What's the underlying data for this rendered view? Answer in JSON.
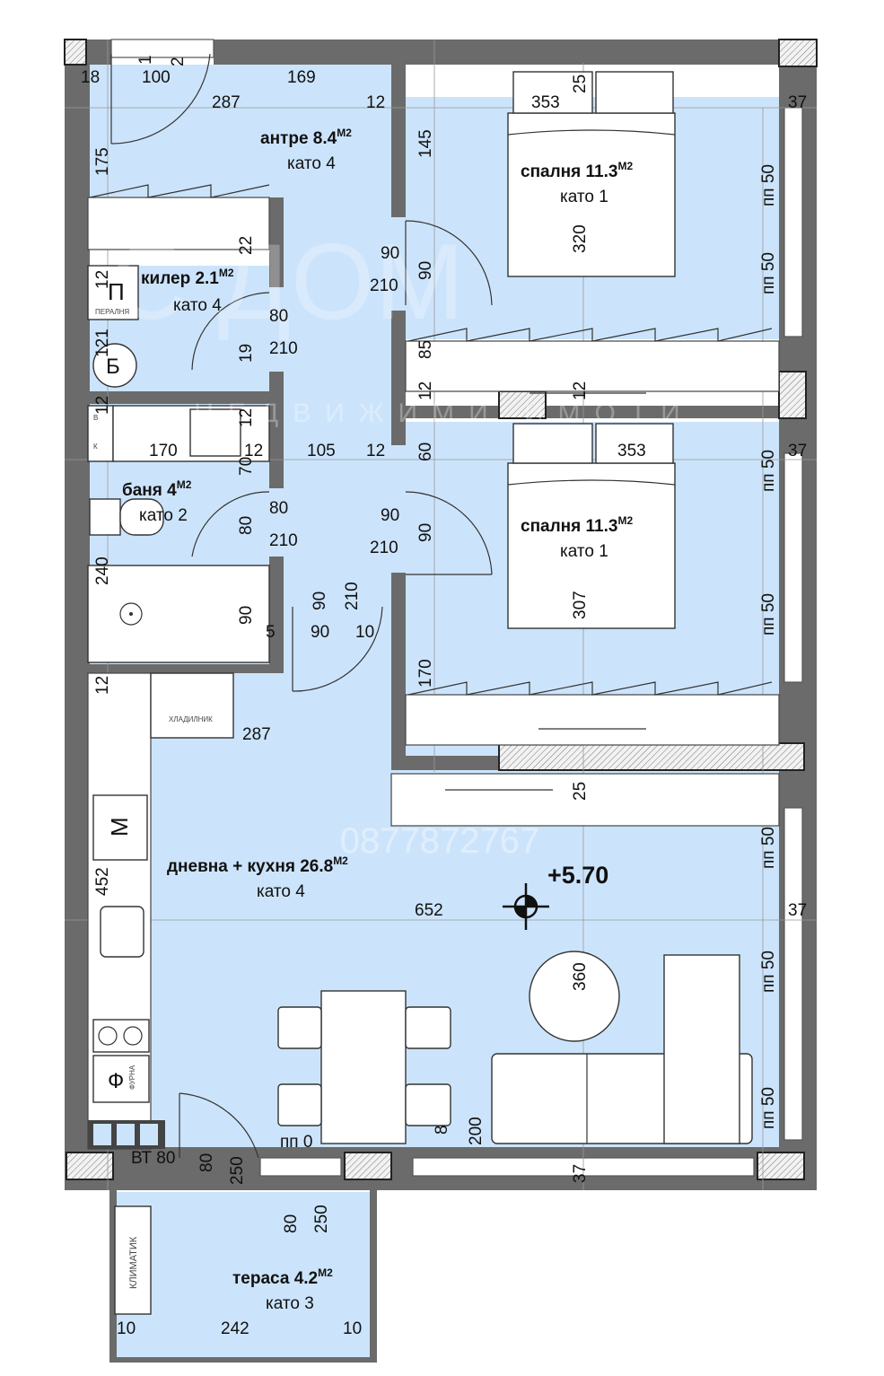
{
  "rooms": {
    "entrance": {
      "name": "антре 8.4",
      "unit": "M2",
      "finish": "като 4"
    },
    "closet": {
      "name": "килер 2.1",
      "unit": "M2",
      "finish": "като 4"
    },
    "bedroom1": {
      "name": "спалня 11.3",
      "unit": "M2",
      "finish": "като 1"
    },
    "bedroom2": {
      "name": "спалня 11.3",
      "unit": "M2",
      "finish": "като 1"
    },
    "bathroom": {
      "name": "баня 4",
      "unit": "M2",
      "finish": "като 2"
    },
    "living": {
      "name": "дневна + кухня 26.8",
      "unit": "M2",
      "finish": "като 4"
    },
    "terrace": {
      "name": "тераса 4.2",
      "unit": "M2",
      "finish": "като 3"
    }
  },
  "level": "+5.70",
  "watermark": {
    "phone": "0877872767",
    "logo": "С ДОМ",
    "tagline": "НЕДВИЖИМИ ИМОТИ"
  },
  "labels": {
    "washer": "ПЕРАЛНЯ",
    "boiler": "Б",
    "washer_symbol": "П",
    "fridge": "ХЛАДИЛНИК",
    "microwave": "М",
    "oven": "Ф",
    "oven_small": "ФУРНА",
    "ac": "КЛИМАТИК",
    "meter_v": "В",
    "meter_k": "К",
    "balcony_door": "ВТ 80",
    "pp0": "пп 0"
  },
  "dims": {
    "d18": "18",
    "d100": "100",
    "d169": "169",
    "d1": "1",
    "d2": "2",
    "d287a": "287",
    "d12a": "12",
    "d25a": "25",
    "d353a": "353",
    "d37a": "37",
    "d175": "175",
    "d145": "145",
    "pp50a": "пп 50",
    "d320": "320",
    "d22": "22",
    "d90a": "90",
    "d210a": "210",
    "d90b": "90",
    "d12b": "12",
    "d80a": "80",
    "d210b": "210",
    "pp50b": "пп 50",
    "d121": "121",
    "d19": "19",
    "d85": "85",
    "d12c": "12",
    "d12d": "12",
    "d12e": "12",
    "d170a": "170",
    "d12f": "12",
    "d105": "105",
    "d12g": "12",
    "d60": "60",
    "d353b": "353",
    "d37b": "37",
    "d70": "70",
    "d12h": "12",
    "pp50c": "пп 50",
    "d80b": "80",
    "d210c": "210",
    "d90c": "90",
    "d210d": "210",
    "d90d": "90",
    "d80c": "80",
    "d240": "240",
    "d90e": "90",
    "d210e": "210",
    "d307": "307",
    "pp50d": "пп 50",
    "d90f": "90",
    "d5": "5",
    "d90g": "90",
    "d10a": "10",
    "d170b": "170",
    "d12i": "12",
    "d287b": "287",
    "d25b": "25",
    "pp50e": "пп 50",
    "d452": "452",
    "d652": "652",
    "d37c": "37",
    "pp50f": "пп 50",
    "d360": "360",
    "pp50g": "пп 50",
    "d80d": "80",
    "d250a": "250",
    "d8": "8",
    "d200": "200",
    "d37d": "37",
    "d80e": "80",
    "d250b": "250",
    "d10b": "10",
    "d242": "242",
    "d10c": "10"
  },
  "colors": {
    "floor": "#cce4fb",
    "wall": "#6b6b6b",
    "background": "#ffffff"
  }
}
